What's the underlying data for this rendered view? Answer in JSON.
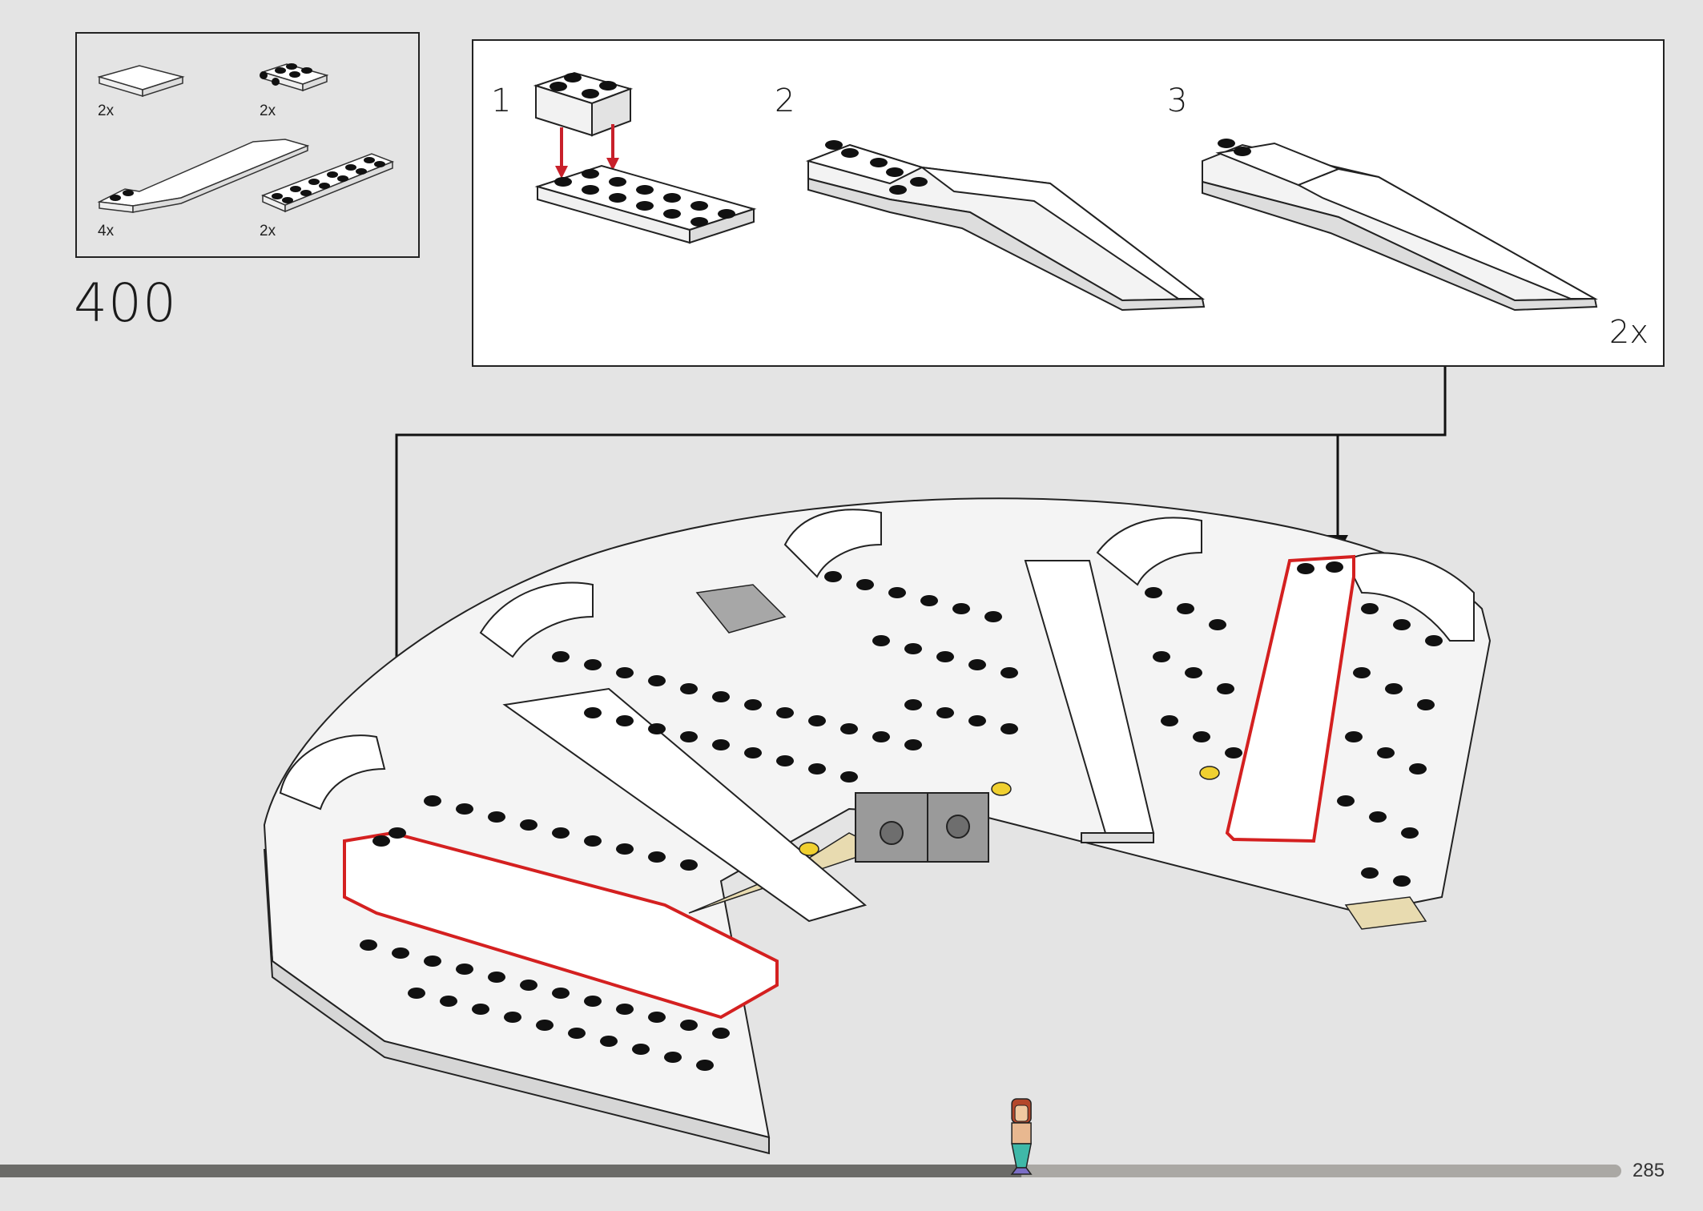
{
  "step": {
    "number": "400",
    "parts": [
      {
        "name": "tile-2x4",
        "qty": "2x"
      },
      {
        "name": "plate-2x2-with-pins",
        "qty": "2x"
      },
      {
        "name": "wedge-curved-slope",
        "qty": "4x"
      },
      {
        "name": "plate-2x6",
        "qty": "2x"
      }
    ]
  },
  "substeps": {
    "items": [
      {
        "label": "1"
      },
      {
        "label": "2"
      },
      {
        "label": "3"
      }
    ],
    "multiplier": "2x"
  },
  "colors": {
    "highlight": "#d42020",
    "arrow": "#c8202a",
    "progress_done": "#6b6b68",
    "progress_remaining": "#aaa8a4",
    "background": "#e4e4e4"
  },
  "progress": {
    "fraction": 0.63
  },
  "page": {
    "number": "285"
  }
}
